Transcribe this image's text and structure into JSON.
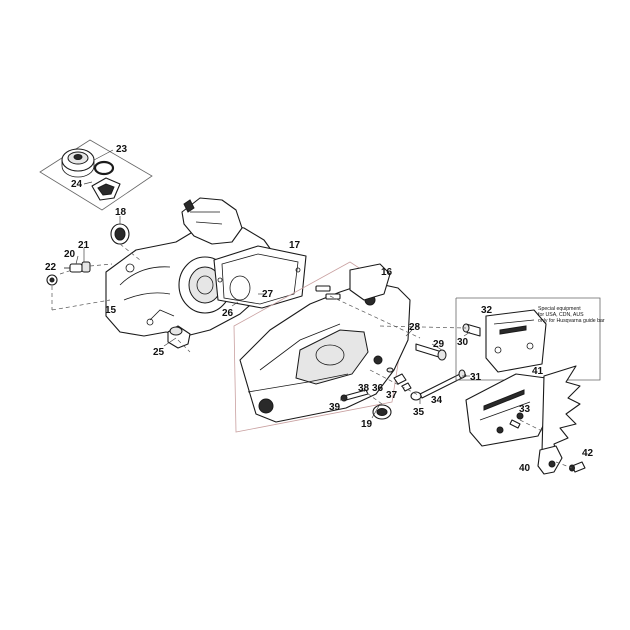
{
  "callouts": [
    {
      "id": "15",
      "label": "15"
    },
    {
      "id": "16",
      "label": "16"
    },
    {
      "id": "17",
      "label": "17"
    },
    {
      "id": "18",
      "label": "18"
    },
    {
      "id": "19",
      "label": "19"
    },
    {
      "id": "20",
      "label": "20"
    },
    {
      "id": "21",
      "label": "21"
    },
    {
      "id": "22",
      "label": "22"
    },
    {
      "id": "23",
      "label": "23"
    },
    {
      "id": "24",
      "label": "24"
    },
    {
      "id": "25",
      "label": "25"
    },
    {
      "id": "26",
      "label": "26"
    },
    {
      "id": "27",
      "label": "27"
    },
    {
      "id": "28",
      "label": "28"
    },
    {
      "id": "29",
      "label": "29"
    },
    {
      "id": "30",
      "label": "30"
    },
    {
      "id": "31",
      "label": "31"
    },
    {
      "id": "32",
      "label": "32"
    },
    {
      "id": "33",
      "label": "33"
    },
    {
      "id": "34",
      "label": "34"
    },
    {
      "id": "35",
      "label": "35"
    },
    {
      "id": "36",
      "label": "36"
    },
    {
      "id": "37",
      "label": "37"
    },
    {
      "id": "38",
      "label": "38"
    },
    {
      "id": "39",
      "label": "39"
    },
    {
      "id": "40",
      "label": "40"
    },
    {
      "id": "41",
      "label": "41"
    },
    {
      "id": "42",
      "label": "42"
    }
  ],
  "note": {
    "line1": "Special equipment",
    "line2": "for USA, CDN, AUS",
    "line3": "only for Husqvarna guide bar"
  }
}
